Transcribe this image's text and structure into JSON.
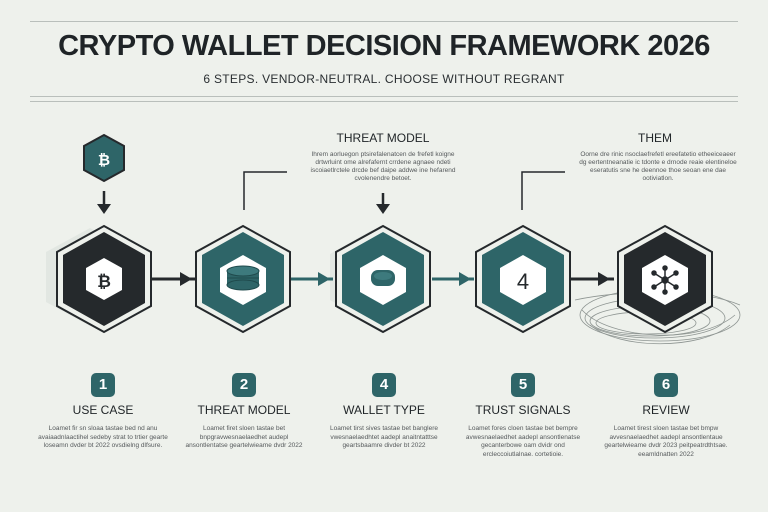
{
  "header": {
    "title": "CRYPTO WALLET DECISION FRAMEWORK 2026",
    "subtitle": "6 STEPS. VENDOR-NEUTRAL. CHOOSE WITHOUT REGRANT"
  },
  "callouts": [
    {
      "title": "THREAT MODEL",
      "text": "Ihrem aorluegon ptsirefalenatcen de frefetl koigne drtwrluint ome alrefafernt crrdene agnaee ndeti iscoiaetlrctele drcde bef daipe addwe ine hefarend cvolenendre betoet."
    },
    {
      "title": "THEM",
      "text": "Oorne dre rinic nsoclaefrefetl ereefatetio etheeiceaeer dg eertentneanatie ic tdonte e drnode reaie elentineloe eseratutis sne he deennoe thoe seoan ene dae ootiviatlon."
    }
  ],
  "icons": [
    "bitcoin-icon",
    "coin-stack-icon",
    "hardware-wallet-icon",
    "number-four-icon",
    "network-nodes-icon"
  ],
  "hex_glyphs": {
    "four": "4",
    "bitcoin": "₿"
  },
  "steps": [
    {
      "number": "1",
      "label": "USE CASE",
      "desc": "Loamet fir sn sloaa tastae bed nd anu avaiaadnlaactihel sedeby strat to trtier gearte loseamn dvder bt 2022 ovsdielng dlfsure."
    },
    {
      "number": "2",
      "label": "THREAT MODEL",
      "desc": "Loamet firet sloen tastae bet bnpgravwesnaelaedhet audepl ansontlentatse geartelwieame dvdr 2022"
    },
    {
      "number": "4",
      "label": "WALLET TYPE",
      "desc": "Loamet tirst sives tastae bet banglere vwesnaelaedhtet aadepl anaitntatttse geartsbaamre divder bt 2022"
    },
    {
      "number": "5",
      "label": "TRUST SIGNALS",
      "desc": "Loamet fores cloen tastae bet bempre avwesnaelaedhet aadepl ansontlenatse gecanterbowe oam dvidr ond ercleccoiutlalnae. cortetioie."
    },
    {
      "number": "6",
      "label": "REVIEW",
      "desc": "Loamet tirest sloen tastae bet bmpw avvesnaelaedhet aadepl ansontlentaue geartelwieame dvdr 2023 peitpeatrdthtsae. eeamldnatten 2022"
    }
  ],
  "colors": {
    "teal": "#2e6568",
    "dark": "#25292c",
    "background": "#eef1ec",
    "text": "#1f2427"
  }
}
